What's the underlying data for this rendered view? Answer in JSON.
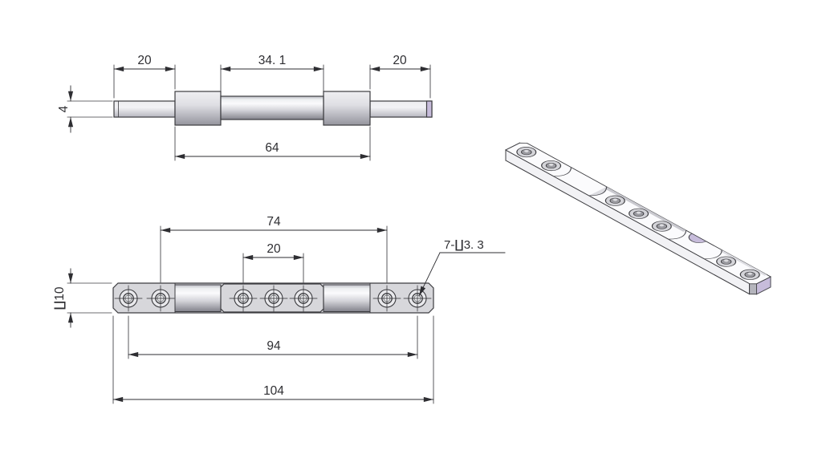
{
  "drawing": {
    "front_view": {
      "dim_top_left": "20",
      "dim_top_mid": "34. 1",
      "dim_top_right": "20",
      "dim_thickness": "4",
      "dim_bottom_span": "64"
    },
    "plan_view": {
      "dim_hole_span_74": "74",
      "dim_hole_span_20": "20",
      "dim_width": "∐10",
      "dim_hole_span_94": "94",
      "dim_overall_length": "104",
      "hole_note": "7-∐3. 3"
    },
    "colors": {
      "line": "#3c3c40",
      "accent_lavender": "#c7bcdb",
      "plate_gray": "#d7d7db"
    }
  }
}
